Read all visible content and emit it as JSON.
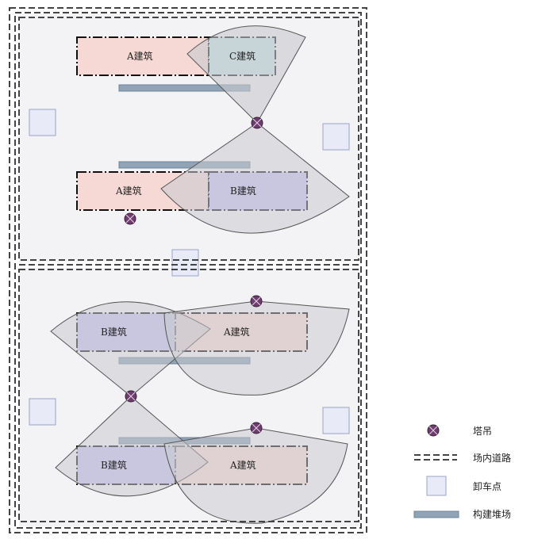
{
  "buildings": {
    "a": "A建筑",
    "b": "B建筑",
    "c": "C建筑"
  },
  "legend": {
    "tower_crane": "塔吊",
    "site_road": "场内道路",
    "unloading_point": "卸车点",
    "component_yard": "构建堆场"
  },
  "colors": {
    "building_a": "#f6d9d4",
    "building_b": "#c9c4f1",
    "building_c": "#c3e3e6",
    "crane": "#6e3c6e",
    "crane_range": "#c9c9cf",
    "yard_bar": "#8fa4b6",
    "unloading": "#e8ebf7",
    "site_bg": "#f3f3f5"
  }
}
